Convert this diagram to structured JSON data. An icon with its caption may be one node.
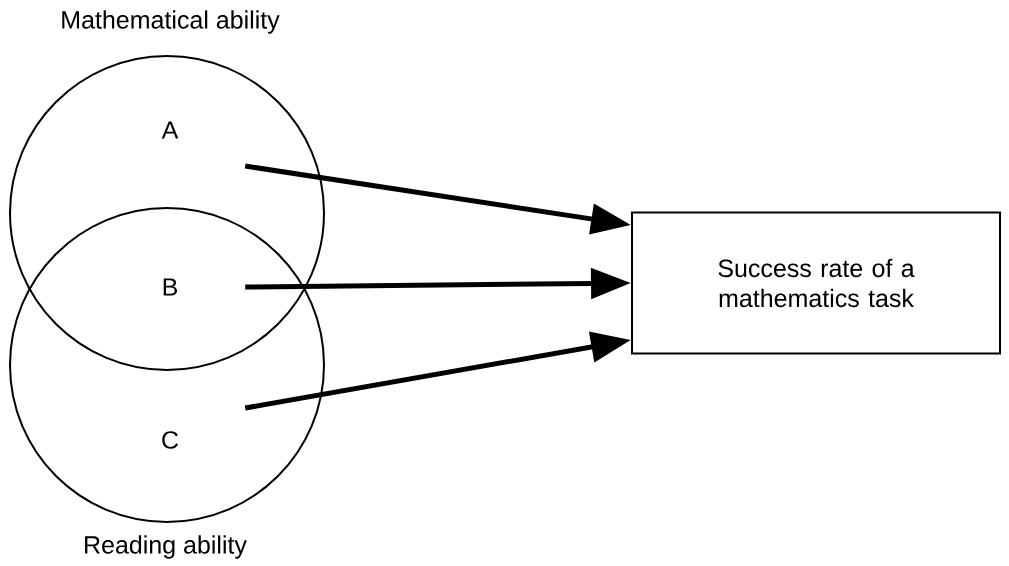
{
  "diagram": {
    "nodes": [
      {
        "text": [
          "Mathematical ability"
        ]
      },
      {
        "text": [
          "Reading ability"
        ]
      },
      {
        "text": [
          "A"
        ],
        "in": 0
      },
      {
        "text": [
          "B"
        ]
      },
      {
        "text": [
          "C"
        ],
        "in": 1
      },
      {
        "text": [
          "Success rate of a mathematics task"
        ]
      }
    ],
    "edges": [
      {
        "from": 2,
        "to": 5,
        "arrow": "to"
      },
      {
        "from": 3,
        "to": 5,
        "arrow": "to"
      },
      {
        "from": 4,
        "to": 5,
        "arrow": "to"
      }
    ]
  }
}
